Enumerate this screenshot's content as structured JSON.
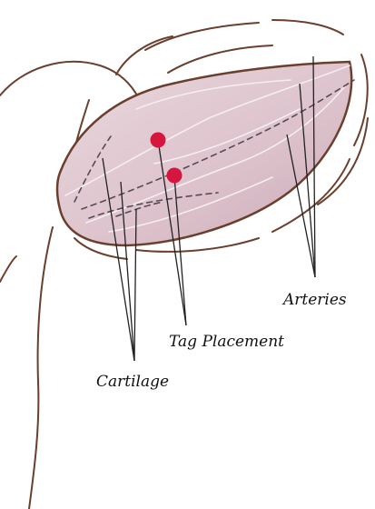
{
  "labels": {
    "arteries": "Arteries",
    "tag_placement": "Tag Placement",
    "cartilage": "Cartilage"
  },
  "colors": {
    "outline": "#6b3f2e",
    "ear_fill": "#e7d3da",
    "ear_shade": "#c9a9b5",
    "artery": "#f4eef1",
    "tag_dot": "#d7163f",
    "leader": "#222222",
    "cartilage_dash": "#5a4a55"
  }
}
